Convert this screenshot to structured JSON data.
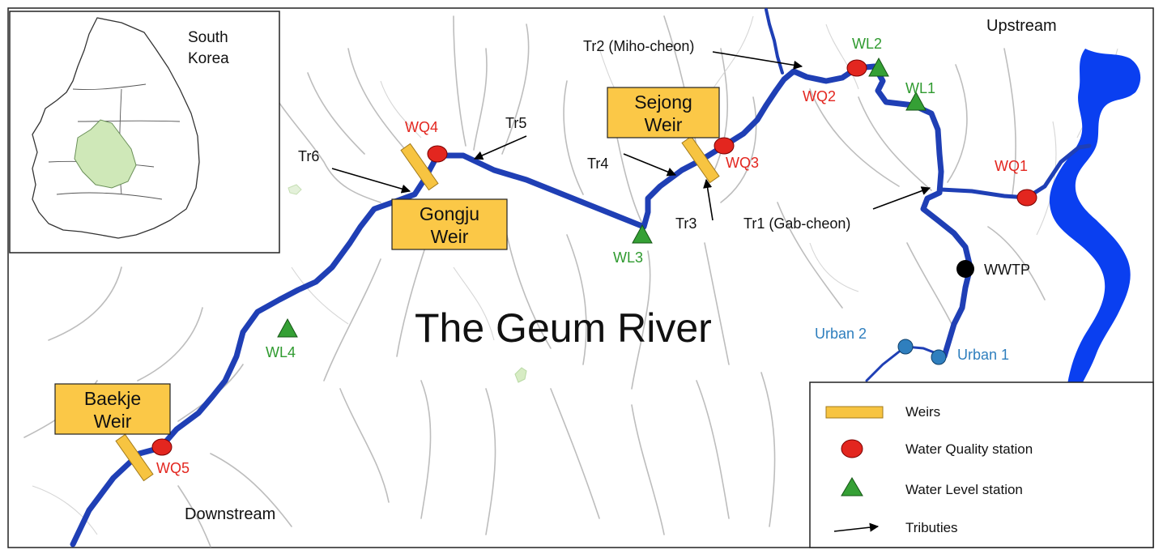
{
  "map_title": "The Geum River",
  "directions": {
    "upstream": "Upstream",
    "downstream": "Downstream"
  },
  "inset": {
    "country": [
      "South",
      "Korea"
    ]
  },
  "weirs": {
    "sejong": [
      "Sejong",
      "Weir"
    ],
    "gongju": [
      "Gongju",
      "Weir"
    ],
    "baekje": [
      "Baekje",
      "Weir"
    ]
  },
  "water_quality_stations": [
    "WQ1",
    "WQ2",
    "WQ3",
    "WQ4",
    "WQ5"
  ],
  "water_level_stations": [
    "WL1",
    "WL2",
    "WL3",
    "WL4"
  ],
  "tributaries": [
    "Tr1 (Gab-cheon)",
    "Tr2 (Miho-cheon)",
    "Tr3",
    "Tr4",
    "Tr5",
    "Tr6"
  ],
  "other_points": {
    "wwtp": "WWTP",
    "urban1": "Urban 1",
    "urban2": "Urban 2"
  },
  "legend": {
    "weirs": "Weirs",
    "water_quality": "Water Quality station",
    "water_level": "Water Level station",
    "tributaries": "Tributies"
  },
  "colors": {
    "river": "#1f3fb5",
    "reservoir": "#0a3ff0",
    "weir": "#f7c441",
    "water_quality": "#e3261f",
    "water_level": "#35a035",
    "wwtp": "#000000",
    "urban": "#2f7fbe",
    "study_area": "#cfe8b8"
  }
}
